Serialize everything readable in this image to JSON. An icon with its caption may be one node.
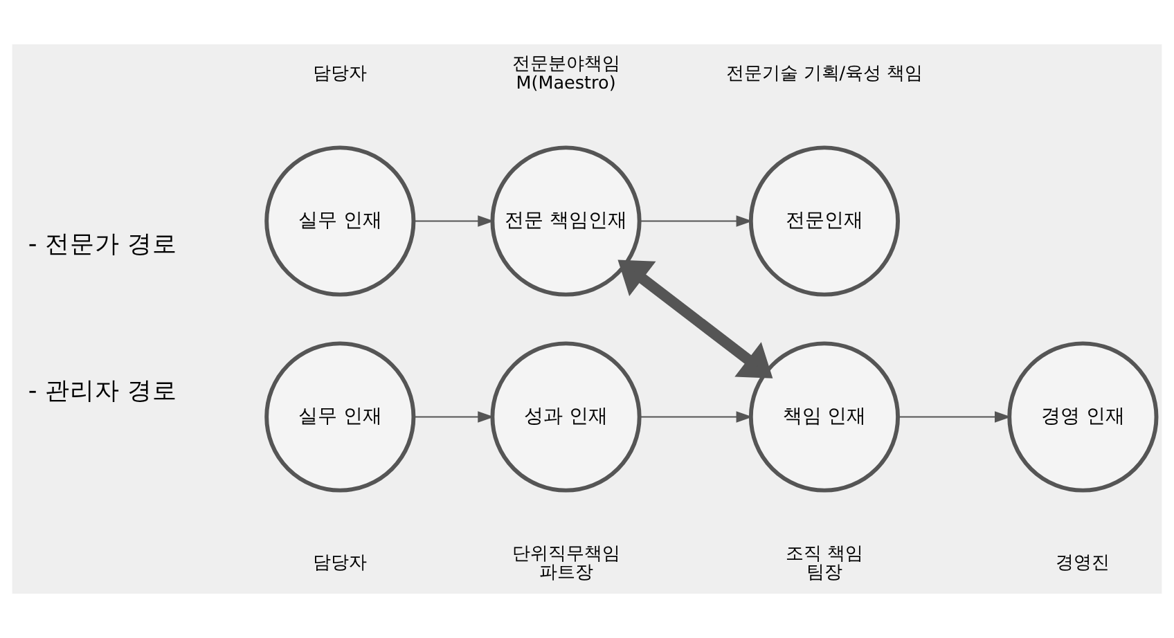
{
  "diagram": {
    "nodes": [
      {
        "text": [
          "실무 인재"
        ],
        "beside": [
          "담당자"
        ]
      },
      {
        "text": [
          "전문 책임인재"
        ],
        "beside": [
          "전문분야책임",
          "M(Maestro)"
        ]
      },
      {
        "text": [
          "전문인재"
        ],
        "beside": [
          "전문기술 기획/육성 책임"
        ]
      },
      {
        "text": [
          "실무 인재"
        ],
        "beside": [
          "담당자"
        ]
      },
      {
        "text": [
          "성과 인재"
        ],
        "beside": [
          "단위직무책임",
          "파트장"
        ]
      },
      {
        "text": [
          "책임 인재"
        ],
        "beside": [
          "조직 책임",
          "팀장"
        ]
      },
      {
        "text": [
          "경영 인재"
        ],
        "beside": [
          "경영진"
        ]
      }
    ],
    "edges": [
      {
        "from": 0,
        "to": 1,
        "arrow": "to"
      },
      {
        "from": 1,
        "to": 2,
        "arrow": "to"
      },
      {
        "from": 3,
        "to": 4,
        "arrow": "to"
      },
      {
        "from": 4,
        "to": 5,
        "arrow": "to"
      },
      {
        "from": 5,
        "to": 6,
        "arrow": "to"
      },
      {
        "from": 1,
        "to": 5,
        "arrow": "both",
        "style": "thick",
        "color": "#555555"
      }
    ],
    "labels": [
      "- 전문가 경로",
      "- 관리자 경로"
    ]
  }
}
